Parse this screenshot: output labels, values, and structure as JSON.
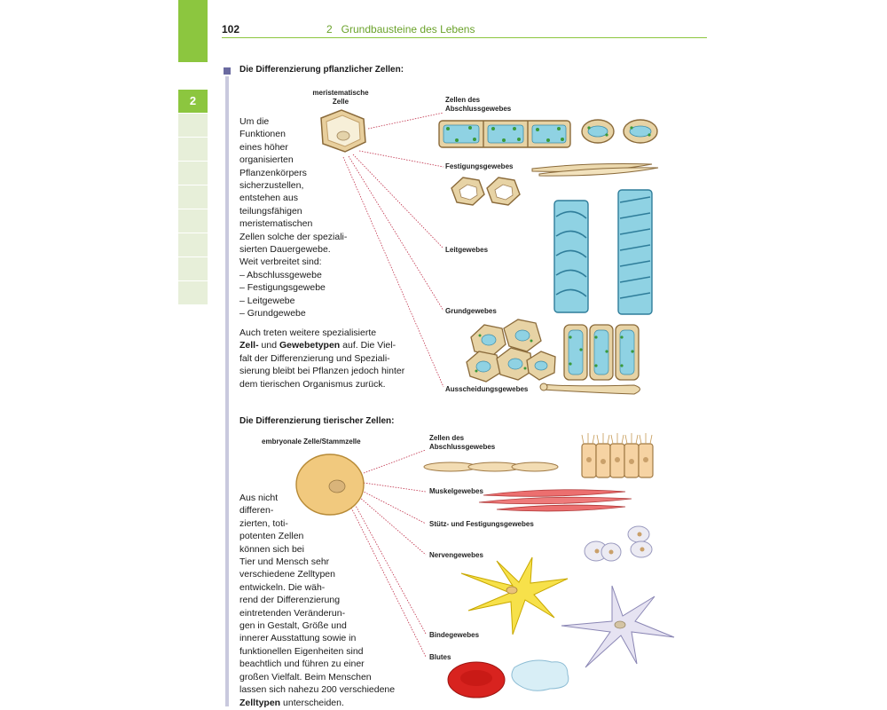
{
  "header": {
    "page_number": "102",
    "chapter": "2   Grundbausteine des Lebens"
  },
  "sidebar": {
    "chapter_tab": "2"
  },
  "plant": {
    "heading": "Die Differenzierung pflanzlicher Zellen:",
    "source_label": "meristematische\nZelle",
    "intro": "Um die\nFunktionen\neines höher\norganisierten\nPflanzenkörpers\nsicherzustellen,\nentstehen aus\nteilungsfähigen\nmeristematischen\nZellen solche der speziali-\nsierten Dauergewebe.\nWeit verbreitet sind:\n–  Abschlussgewebe\n–  Festigungsgewebe\n–  Leitgewebe\n–  Grundgewebe",
    "para2_a": "Auch treten weitere spezialisierte\n",
    "para2_b1": "Zell-",
    "para2_b2": " und ",
    "para2_b3": "Gewebetypen",
    "para2_c": " auf. Die Viel-\nfalt der Differenzierung und Speziali-\nsierung bleibt bei Pflanzen jedoch hinter\ndem tierischen Organismus zurück.",
    "tissues": [
      "Zellen des\nAbschlussgewebes",
      "Festigungsgewebes",
      "Leitgewebes",
      "Grundgewebes",
      "Ausscheidungsgewebes"
    ]
  },
  "animal": {
    "heading": "Die Differenzierung tierischer Zellen:",
    "source_label": "embryonale Zelle/Stammzelle",
    "text_a": "Aus nicht\ndifferen-\nzierten, toti-\npotenten Zellen\nkönnen sich bei\nTier und Mensch sehr\nverschiedene Zelltypen\nentwickeln. Die wäh-\nrend der Differenzierung\neintretenden Veränderun-\ngen in Gestalt, Größe und\ninnerer Ausstattung sowie in\nfunktionellen Eigenheiten sind\nbeachtlich und führen zu einer\ngroßen Vielfalt. Beim Menschen\nlassen sich nahezu 200 verschiedene\n",
    "text_b": "Zelltypen",
    "text_c": " unterscheiden.",
    "tissues": [
      "Zellen des\nAbschlussgewebes",
      "Muskelgewebes",
      "Stütz- und Festigungsgewebes",
      "Nervengewebes",
      "Bindegewebes",
      "Blutes"
    ]
  },
  "colors": {
    "accent_green": "#8cc63f",
    "tab_green": "#e7efd9",
    "margin_line": "#c9c9de"
  }
}
